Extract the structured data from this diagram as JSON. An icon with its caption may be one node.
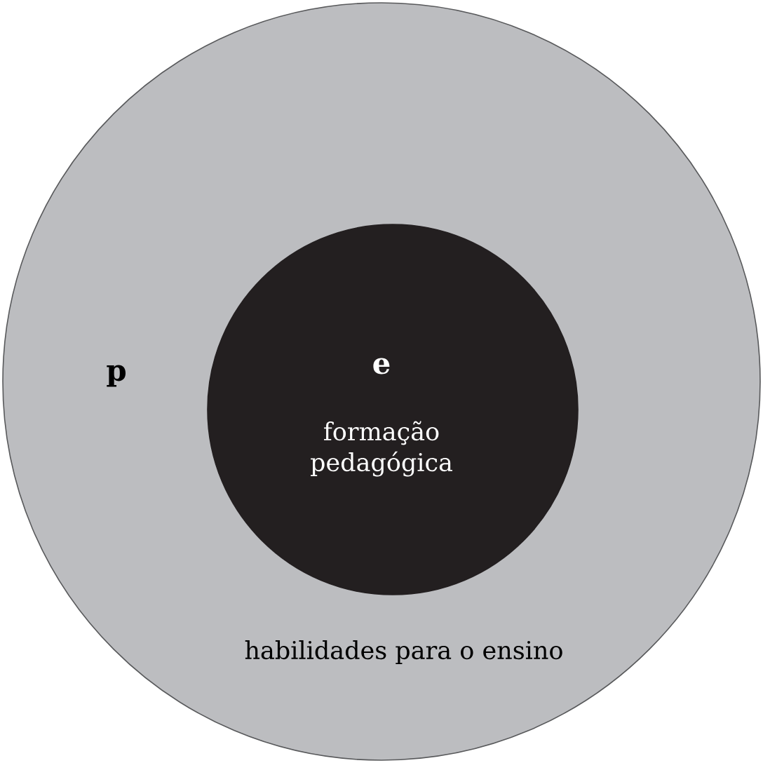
{
  "diagram": {
    "nodes": [
      {
        "text": [
          "p",
          "habilidades para o ensino"
        ]
      },
      {
        "text": [
          "e",
          "formação pedagógica"
        ],
        "in": 0
      }
    ]
  }
}
